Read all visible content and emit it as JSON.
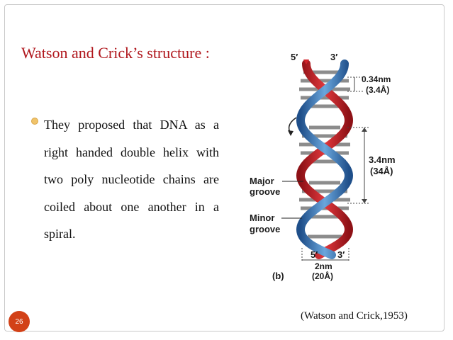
{
  "slide": {
    "title": "Watson and Crick’s structure :",
    "bullet": "They proposed that DNA as a right handed double helix with two poly nucleotide chains are coiled about one another in a spiral.",
    "page_number": "26",
    "citation": "(Watson and Crick,1953)"
  },
  "figure": {
    "top_left_end": "5′",
    "top_right_end": "3′",
    "bottom_left_end": "5′",
    "bottom_right_end": "3′",
    "rise_label": "0.34nm",
    "rise_label_a": "(3.4Å)",
    "pitch_label": "3.4nm",
    "pitch_label_a": "(34Å)",
    "major_groove_1": "Major",
    "major_groove_2": "groove",
    "minor_groove_1": "Minor",
    "minor_groove_2": "groove",
    "width_label": "2nm",
    "width_label_a": "(20Å)",
    "panel_label": "(b)",
    "colors": {
      "strand_red": "#d2232a",
      "strand_blue": "#3f86c8",
      "base_pair": "#8c8c8c",
      "title": "#b0171d"
    }
  }
}
